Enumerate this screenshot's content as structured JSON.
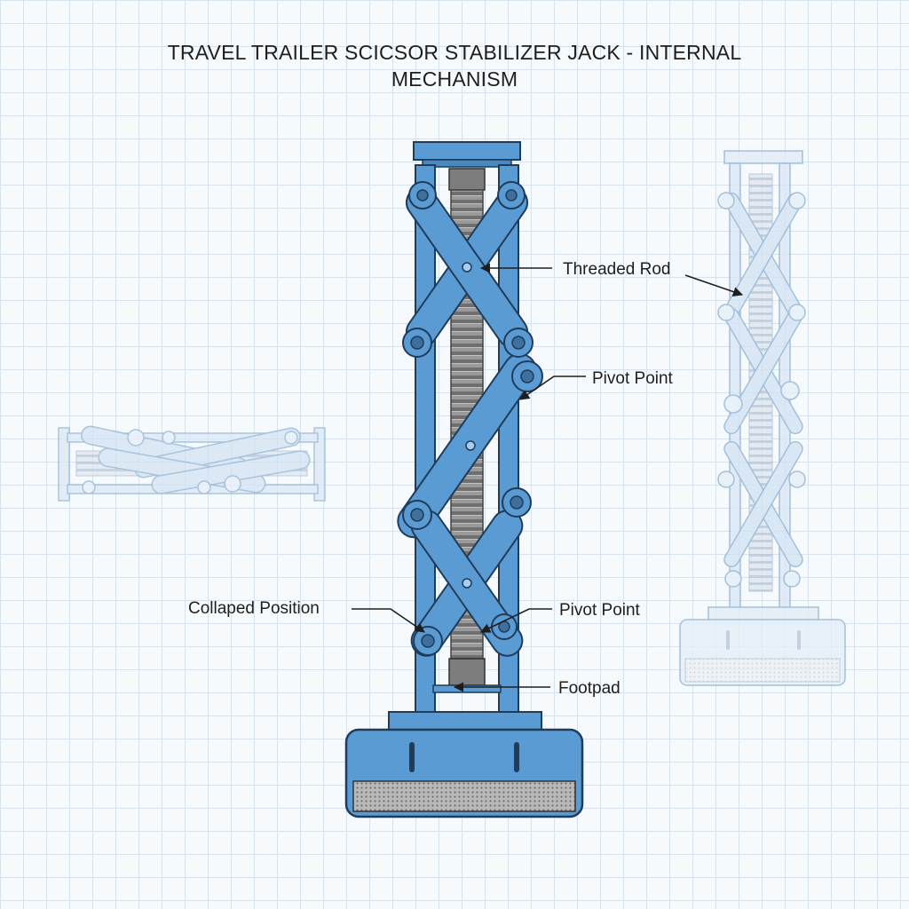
{
  "title": "TRAVEL TRAILER SCICSOR STABILIZER JACK - INTERNAL MECHANISM",
  "labels": {
    "threaded_rod": "Threaded Rod",
    "pivot_point_upper": "Pivot Point",
    "collapsed_position": "Collaped Position",
    "pivot_point_lower": "Pivot Point",
    "footpad": "Footpad"
  },
  "colors": {
    "steel_blue": "#5b9bd3",
    "outline": "#1f3c5a",
    "ghost_blue": "#c9ddf0",
    "ghost_outline": "#8fb2d3",
    "rod_gray": "#8a8a8a",
    "grid": "#d6e2ee"
  }
}
